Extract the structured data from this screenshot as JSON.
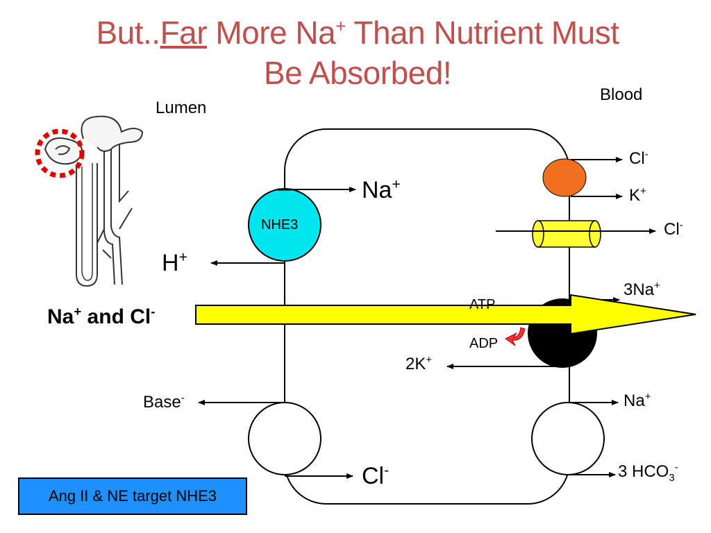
{
  "title": {
    "prefix": "But..",
    "emphasis": "Far",
    "mid": " More Na",
    "mid_sup": "+",
    "rest": " Than Nutrient Must",
    "line2": "Be Absorbed!"
  },
  "regions": {
    "lumen": "Lumen",
    "blood": "Blood"
  },
  "apical": {
    "nhe3_label": "NHE3",
    "na": "Na",
    "na_sup": "+",
    "h": "H",
    "h_sup": "+",
    "base": "Base",
    "base_sup": "-",
    "cl": "Cl",
    "cl_sup": "-"
  },
  "basolateral": {
    "cl_top": "Cl",
    "cl_top_sup": "-",
    "k": "K",
    "k_sup": "+",
    "cl_channel": "Cl",
    "cl_channel_sup": "-",
    "na3": "3Na",
    "na3_sup": "+",
    "atp": "ATP",
    "adp": "ADP",
    "k2": "2K",
    "k2_sup": "+",
    "na_bottom": "Na",
    "na_bottom_sup": "+",
    "hco3": "3 HCO",
    "hco3_sub": "3",
    "hco3_sup": "-"
  },
  "main_arrow": {
    "label": "Na",
    "label_sup": "+",
    "label_mid": " and Cl",
    "label_sup2": "-"
  },
  "callout": {
    "text": "Ang II & NE target NHE3"
  },
  "colors": {
    "title": "#c0504d",
    "nhe3": "#00e5ee",
    "cotransporter": "#f07020",
    "channel": "#ffff33",
    "arrow": "#ffff00",
    "pump": "#000000",
    "callout": "#1e90ff",
    "highlight_circle": "#e00000"
  },
  "icons": {
    "nephron": "nephron-illustration-icon",
    "atp_adp": "curved-red-arrow-icon"
  }
}
